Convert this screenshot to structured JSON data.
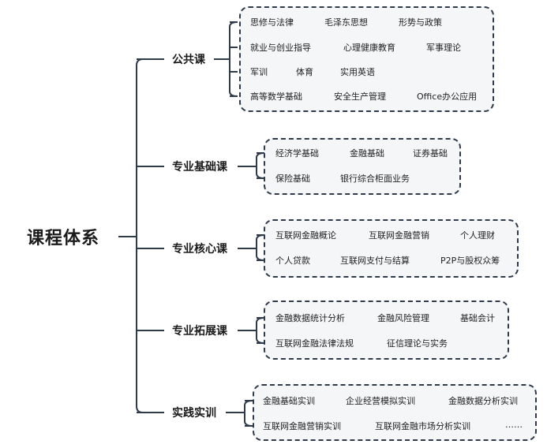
{
  "root": {
    "label": "课程体系"
  },
  "categories": [
    {
      "label": "公共课",
      "rows": [
        [
          "思修与法律",
          "毛泽东思想",
          "形势与政策"
        ],
        [
          "就业与创业指导",
          "心理健康教育",
          "军事理论"
        ],
        [
          "军训",
          "体育",
          "实用英语"
        ],
        [
          "高等数学基础",
          "安全生产管理",
          "Office办公应用"
        ]
      ]
    },
    {
      "label": "专业基础课",
      "rows": [
        [
          "经济学基础",
          "金融基础",
          "证券基础"
        ],
        [
          "保险基础",
          "银行综合柜面业务"
        ]
      ]
    },
    {
      "label": "专业核心课",
      "rows": [
        [
          "互联网金融概论",
          "互联网金融营销",
          "个人理财"
        ],
        [
          "个人贷款",
          "互联网支付与结算",
          "P2P与股权众筹"
        ]
      ]
    },
    {
      "label": "专业拓展课",
      "rows": [
        [
          "金融数据统计分析",
          "金融风险管理",
          "基础会计"
        ],
        [
          "互联网金融法律法规",
          "征信理论与实务"
        ]
      ]
    },
    {
      "label": "实践实训",
      "rows": [
        [
          "金融基础实训",
          "企业经营模拟实训",
          "金融数据分析实训"
        ],
        [
          "互联网金融营销实训",
          "互联网金融市场分析实训",
          "……"
        ]
      ]
    }
  ],
  "colors": {
    "line": "#2f3a4a",
    "box_border": "#2f3a4a",
    "box_fill": "#f5f6f8"
  }
}
